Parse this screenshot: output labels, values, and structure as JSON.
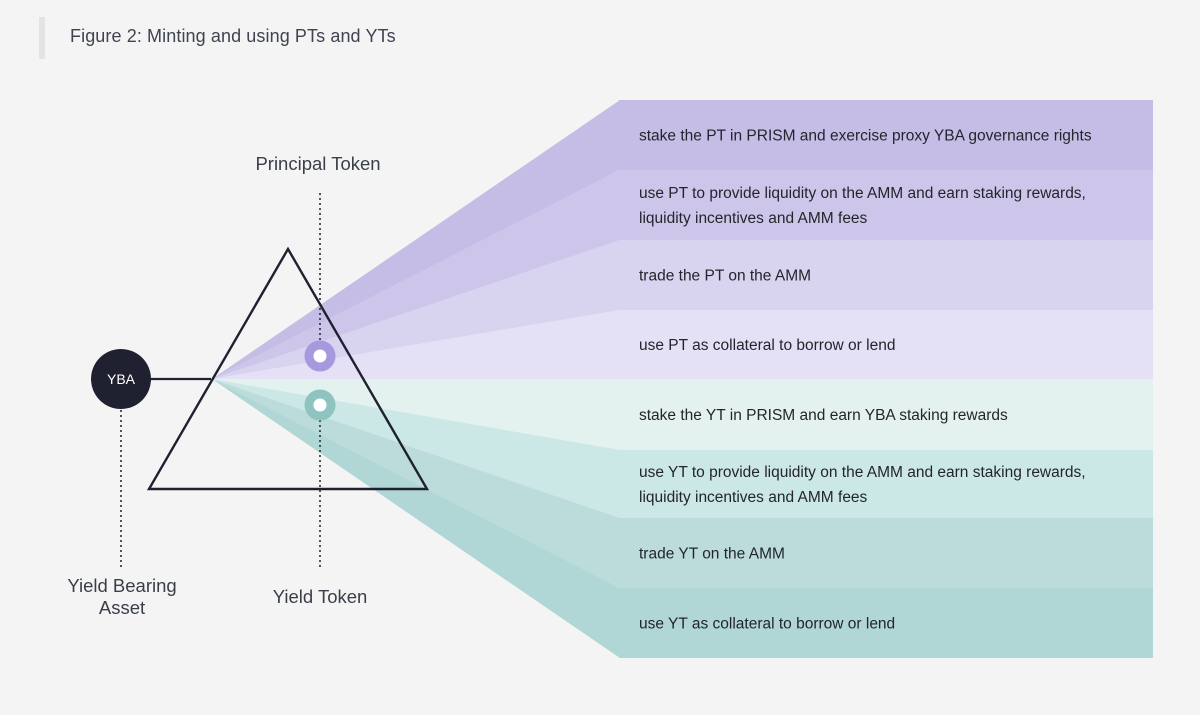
{
  "caption": "Figure 2: Minting and using PTs and YTs",
  "nodes": {
    "yba_badge": "YBA",
    "yield_bearing_asset": [
      "Yield Bearing",
      "Asset"
    ],
    "principal_token": "Principal Token",
    "yield_token": "Yield Token"
  },
  "pt_uses": [
    {
      "lines": [
        "stake the PT in PRISM and exercise proxy YBA governance rights"
      ],
      "color": "#c5bde6"
    },
    {
      "lines": [
        "use PT to provide liquidity on the AMM and earn staking rewards,",
        "liquidity incentives and AMM fees"
      ],
      "color": "#cdc6ea"
    },
    {
      "lines": [
        "trade the PT on the AMM"
      ],
      "color": "#d8d3ef"
    },
    {
      "lines": [
        "use PT as collateral to borrow or lend"
      ],
      "color": "#e4e0f5"
    }
  ],
  "yt_uses": [
    {
      "lines": [
        "stake the YT in PRISM and earn YBA staking rewards"
      ],
      "color": "#e4f2ef"
    },
    {
      "lines": [
        "use YT to provide liquidity on the AMM and earn staking rewards,",
        "liquidity incentives and AMM fees"
      ],
      "color": "#cbe8e6"
    },
    {
      "lines": [
        "trade YT on the AMM"
      ],
      "color": "#bcdcdb"
    },
    {
      "lines": [
        "use YT as collateral to borrow or lend"
      ],
      "color": "#b0d6d5"
    }
  ],
  "colors": {
    "pt_dot": "#a898dd",
    "yt_dot": "#8fc3c0",
    "yba_badge": "#1f2130",
    "triangle_stroke": "#1f2130"
  }
}
